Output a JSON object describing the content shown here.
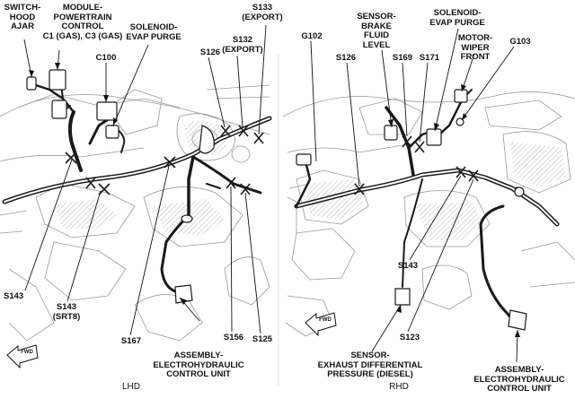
{
  "labels": {
    "switch_hood_ajar": "SWITCH-\nHOOD\nAJAR",
    "module_powertrain": "MODULE-\nPOWERTRAIN\nCONTROL\nC1 (GAS), C3 (GAS)",
    "c100": "C100",
    "solenoid_evap_lhd": "SOLENOID-\nEVAP PURGE",
    "s126_lhd": "S126",
    "s132": "S132\n(EXPORT)",
    "s133": "S133\n(EXPORT)",
    "s143_lhd": "S143",
    "s143_srt8": "S143\n(SRT8)",
    "s167": "S167",
    "assembly_lhd": "ASSEMBLY-\nELECTROHYDRAULIC\nCONTROL UNIT",
    "s156": "S156",
    "s125": "S125",
    "lhd": "LHD",
    "g102": "G102",
    "s126_rhd": "S126",
    "sensor_brake": "SENSOR-\nBRAKE\nFLUID\nLEVEL",
    "s169": "S169",
    "s171": "S171",
    "solenoid_evap_rhd": "SOLENOID-\nEVAP PURGE",
    "motor_wiper": "MOTOR-\nWIPER\nFRONT",
    "g103": "G103",
    "s143_rhd": "S143",
    "sensor_exhaust": "SENSOR-\nEXHAUST DIFFERENTIAL\nPRESSURE (DIESEL)",
    "s123": "S123",
    "assembly_rhd": "ASSEMBLY-\nELECTROHYDRAULIC\nCONTROL UNIT",
    "rhd": "RHD",
    "fwd_lhd": "FWD",
    "fwd_rhd": "FWD"
  },
  "colors": {
    "ink": "#111111",
    "engine": "#9a9a9a",
    "harness": "#1a1a1a",
    "background": "#ffffff"
  }
}
